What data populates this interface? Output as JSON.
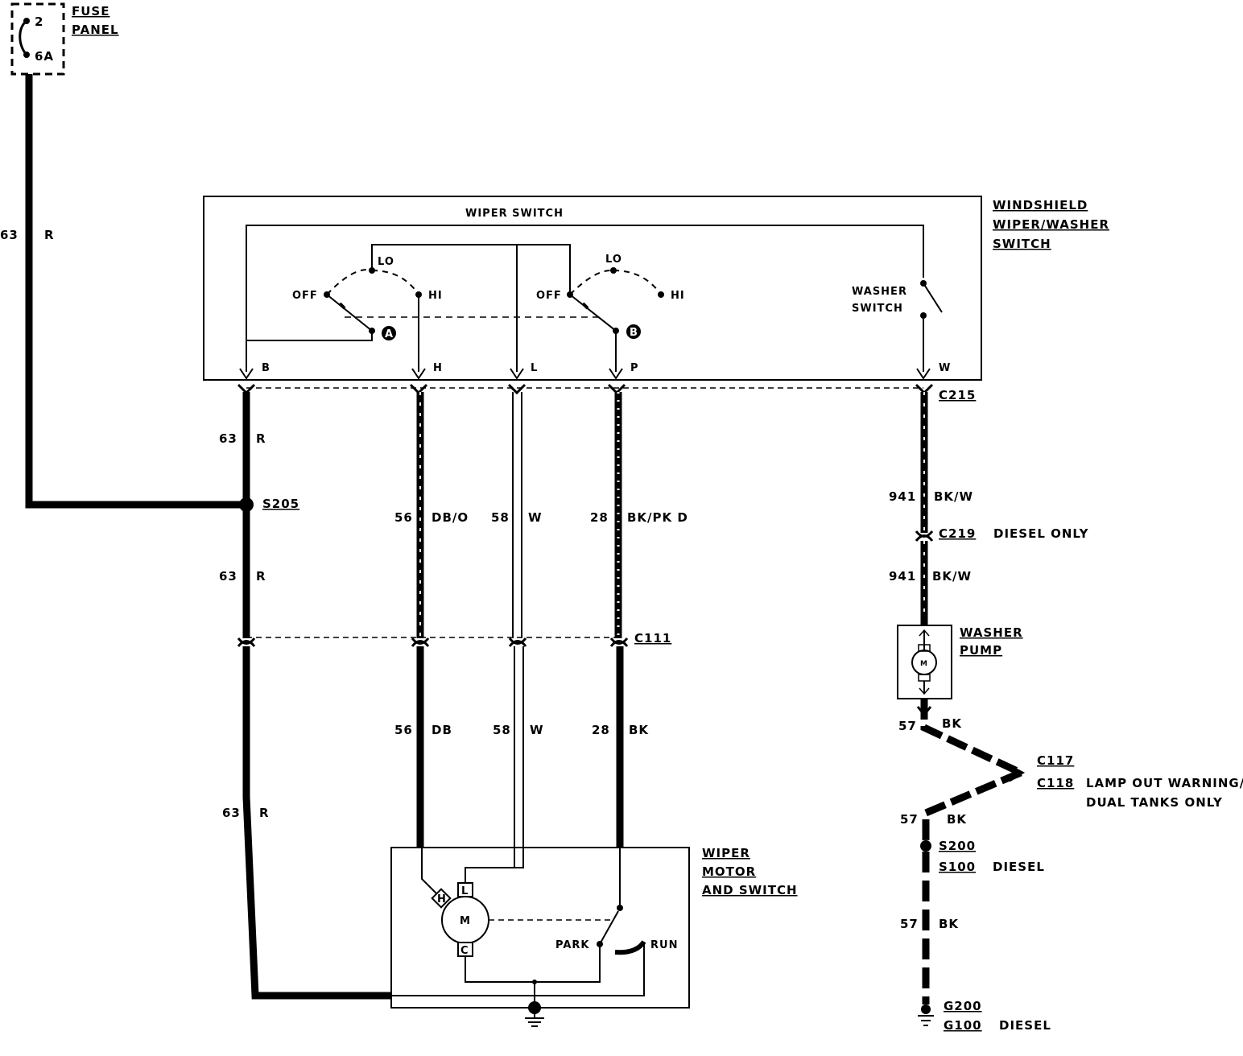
{
  "fuse_panel": {
    "label_line1": "FUSE",
    "label_line2": "PANEL",
    "fuse_number": "2",
    "fuse_rating": "6A"
  },
  "windshield_switch": {
    "label_line1": "WINDSHIELD",
    "label_line2": "WIPER/WASHER",
    "label_line3": "SWITCH",
    "inner_title": "WIPER SWITCH",
    "washer_switch_line1": "WASHER",
    "washer_switch_line2": "SWITCH"
  },
  "wiper_switch_positions": {
    "off": "OFF",
    "lo": "LO",
    "hi": "HI",
    "contact_a": "A",
    "contact_b": "B"
  },
  "terminals": {
    "b": "B",
    "h": "H",
    "l": "L",
    "p": "P",
    "w": "W"
  },
  "connectors": {
    "c215": "C215",
    "c219": "C219",
    "c219_note": "DIESEL ONLY",
    "c111": "C111",
    "c117": "C117",
    "c118": "C118",
    "c118_note_line1": "LAMP OUT WARNING/",
    "c118_note_line2": "DUAL TANKS ONLY"
  },
  "splices": {
    "s205": "S205",
    "s200": "S200",
    "s100": "S100",
    "s100_note": "DIESEL"
  },
  "grounds": {
    "g200": "G200",
    "g100": "G100",
    "g100_note": "DIESEL"
  },
  "wires": {
    "feed_left": {
      "circuit": "63",
      "color": "R"
    },
    "w63_upper": {
      "circuit": "63",
      "color": "R"
    },
    "w63_mid": {
      "circuit": "63",
      "color": "R"
    },
    "w63_lower": {
      "circuit": "63",
      "color": "R"
    },
    "w56_upper": {
      "circuit": "56",
      "color": "DB/O"
    },
    "w56_lower": {
      "circuit": "56",
      "color": "DB"
    },
    "w58_upper": {
      "circuit": "58",
      "color": "W"
    },
    "w58_lower": {
      "circuit": "58",
      "color": "W"
    },
    "w28_upper": {
      "circuit": "28",
      "color": "BK/PK D"
    },
    "w28_lower": {
      "circuit": "28",
      "color": "BK"
    },
    "w941_upper": {
      "circuit": "941",
      "color": "BK/W"
    },
    "w941_lower": {
      "circuit": "941",
      "color": "BK/W"
    },
    "w57_a": {
      "circuit": "57",
      "color": "BK"
    },
    "w57_b": {
      "circuit": "57",
      "color": "BK"
    },
    "w57_c": {
      "circuit": "57",
      "color": "BK"
    }
  },
  "washer_pump": {
    "label_line1": "WASHER",
    "label_line2": "PUMP",
    "motor": "M"
  },
  "wiper_motor": {
    "label_line1": "WIPER",
    "label_line2": "MOTOR",
    "label_line3": "AND SWITCH",
    "motor": "M",
    "term_h": "H",
    "term_l": "L",
    "term_c": "C",
    "park": "PARK",
    "run": "RUN"
  }
}
